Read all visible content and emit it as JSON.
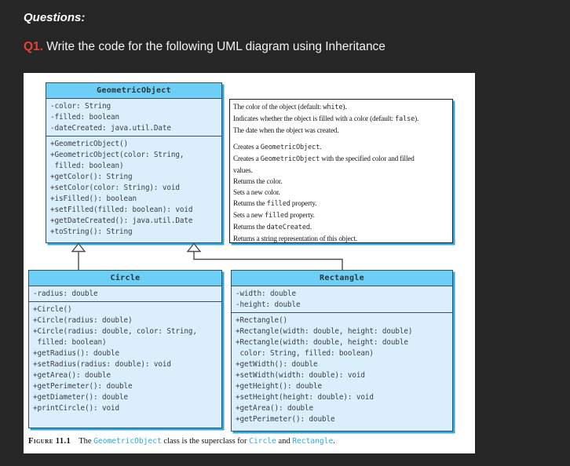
{
  "page": {
    "heading": "Questions:",
    "question_label": "Q1.",
    "question_text": " Write the code for the following UML diagram using Inheritance"
  },
  "colors": {
    "background": "#262626",
    "accent_red": "#e8403a",
    "class_header_blue": "#6dcff6",
    "class_body_blue": "#daeefb",
    "box_border": "#3e4f58",
    "shadow_cyan": "#27aae1",
    "code_blue": "#29abe2"
  },
  "diagram": {
    "classes": [
      {
        "name": "GeometricObject",
        "attributes": [
          "-color: String",
          "-filled: boolean",
          "-dateCreated: java.util.Date"
        ],
        "methods": [
          "+GeometricObject()",
          "+GeometricObject(color: String,\n filled: boolean)",
          "+getColor(): String",
          "+setColor(color: String): void",
          "+isFilled(): boolean",
          "+setFilled(filled: boolean): void",
          "+getDateCreated(): java.util.Date",
          "+toString(): String"
        ]
      },
      {
        "name": "Circle",
        "attributes": [
          "-radius: double"
        ],
        "methods": [
          "+Circle()",
          "+Circle(radius: double)",
          "+Circle(radius: double, color: String,\n filled: boolean)",
          "+getRadius(): double",
          "+setRadius(radius: double): void",
          "+getArea(): double",
          "+getPerimeter(): double",
          "+getDiameter(): double",
          "+printCircle(): void"
        ]
      },
      {
        "name": "Rectangle",
        "attributes": [
          "-width: double",
          "-height: double"
        ],
        "methods": [
          "+Rectangle()",
          "+Rectangle(width: double, height: double)",
          "+Rectangle(width: double, height: double\n color: String, filled: boolean)",
          "+getWidth(): double",
          "+setWidth(width: double): void",
          "+getHeight(): double",
          "+setHeight(height: double): void",
          "+getArea(): double",
          "+getPerimeter(): double"
        ]
      }
    ],
    "description_box": {
      "attribute_lines": [
        [
          {
            "t": "The color of the object (default: "
          },
          {
            "t": "white",
            "c": true
          },
          {
            "t": ")."
          }
        ],
        [
          {
            "t": "Indicates whether the object is filled with a color (default: "
          },
          {
            "t": "false",
            "c": true
          },
          {
            "t": ")."
          }
        ],
        [
          {
            "t": "The date when the object was created."
          }
        ]
      ],
      "method_lines": [
        [
          {
            "t": "Creates a "
          },
          {
            "t": "GeometricObject",
            "c": true
          },
          {
            "t": "."
          }
        ],
        [
          {
            "t": "Creates a "
          },
          {
            "t": "GeometricObject",
            "c": true
          },
          {
            "t": " with the specified color and filled"
          }
        ],
        [
          {
            "t": "  values."
          }
        ],
        [
          {
            "t": "Returns the color."
          }
        ],
        [
          {
            "t": "Sets a new color."
          }
        ],
        [
          {
            "t": "Returns the "
          },
          {
            "t": "filled",
            "c": true
          },
          {
            "t": " property."
          }
        ],
        [
          {
            "t": "Sets a new "
          },
          {
            "t": "filled",
            "c": true
          },
          {
            "t": " property."
          }
        ],
        [
          {
            "t": "Returns the "
          },
          {
            "t": "dateCreated",
            "c": true
          },
          {
            "t": "."
          }
        ],
        [
          {
            "t": "Returns a string representation of this object."
          }
        ]
      ]
    },
    "caption_segments": [
      {
        "t": "Figure 11.1",
        "f": true
      },
      {
        "t": "The "
      },
      {
        "t": "GeometricObject",
        "c": true
      },
      {
        "t": " class is the superclass for "
      },
      {
        "t": "Circle",
        "c": true
      },
      {
        "t": " and "
      },
      {
        "t": "Rectangle",
        "c": true
      },
      {
        "t": "."
      }
    ]
  }
}
